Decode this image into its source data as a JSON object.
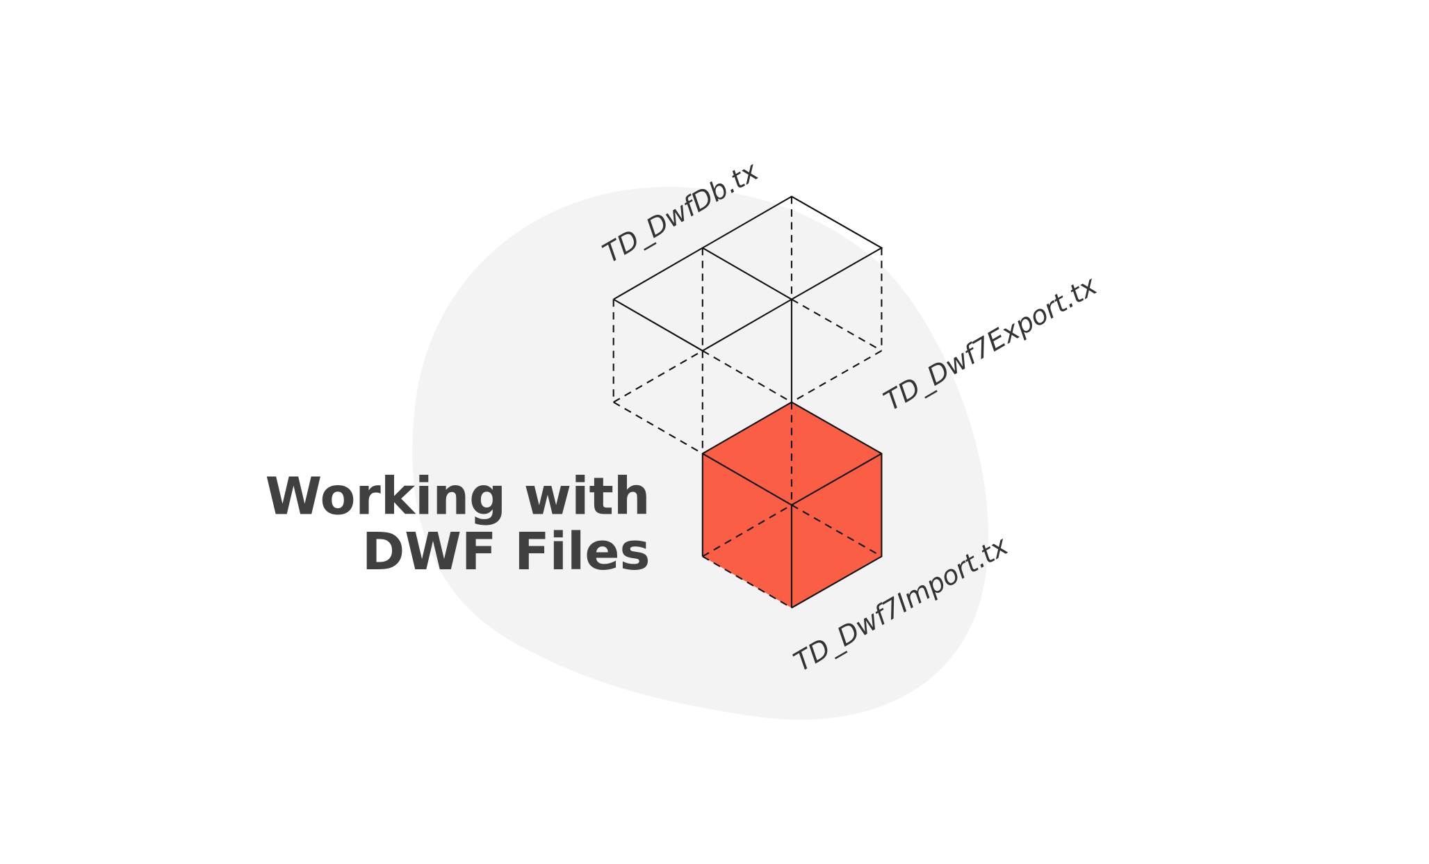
{
  "title": {
    "line1": "Working with",
    "line2": "DWF Files"
  },
  "labels": {
    "db": "TD_DwfDb.tx",
    "export": "TD_Dwf7Export.tx",
    "import": "TD_Dwf7Import.tx"
  },
  "colors": {
    "accent": "#fa5f45",
    "blob": "#f3f3f3",
    "text": "#404040"
  }
}
